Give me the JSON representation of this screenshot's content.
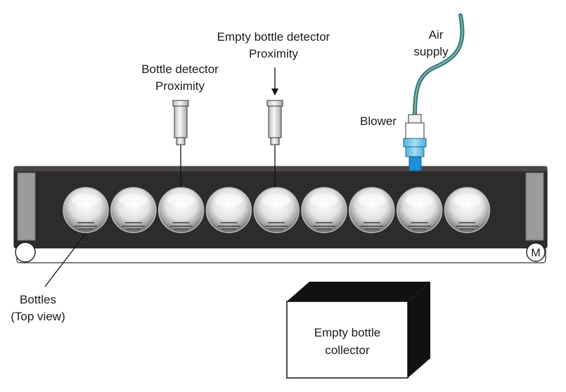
{
  "labels": {
    "bottle_detector": [
      "Bottle detector",
      "Proximity"
    ],
    "empty_detector": [
      "Empty bottle detector",
      "Proximity"
    ],
    "air_supply": [
      "Air",
      "supply"
    ],
    "blower": "Blower",
    "bottles": [
      "Bottles",
      "(Top view)"
    ],
    "collector": [
      "Empty bottle",
      "collector"
    ],
    "motor": "M"
  },
  "bottle_count": 9,
  "colors": {
    "belt": "#2e2b2b",
    "belt_edge": "#8c8c8c",
    "side_guard": "#9b9b9b",
    "collector_top": "#111111",
    "blower_body": "#79c6e8",
    "blower_nozzle": "#1f8fd6",
    "hose": "#1f7ea8",
    "hose_stripe": "#c8b84a",
    "sensor_body": "#e6e6e6"
  }
}
